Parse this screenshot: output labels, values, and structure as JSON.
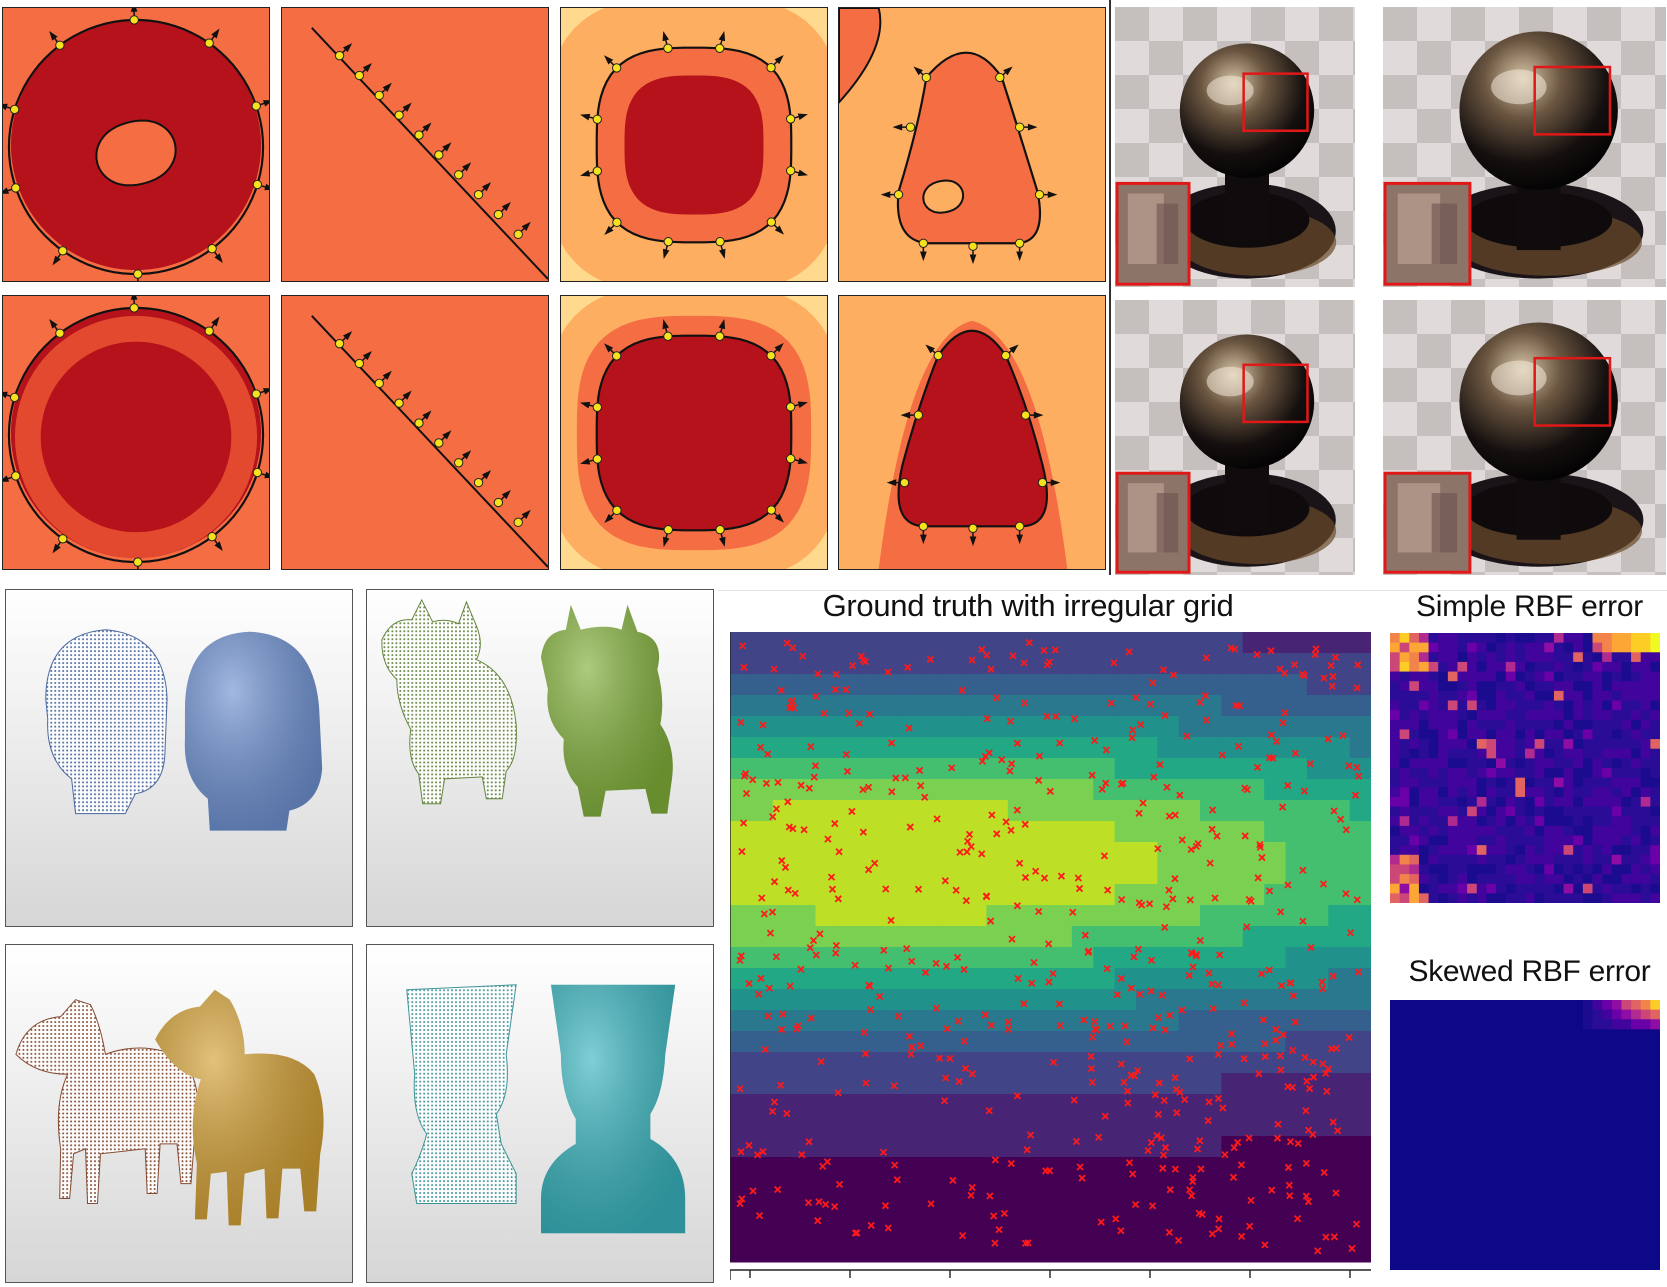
{
  "titles": {
    "ground_truth": "Ground truth with irregular grid",
    "simple_error": "Simple RBF error",
    "skewed_error": "Skewed RBF error"
  },
  "colors": {
    "contour_warm": [
      "#fdf5c4",
      "#fed98e",
      "#fdae61",
      "#f46d43",
      "#e2492f",
      "#b5121b"
    ],
    "contour_cool": [
      "#fff8c8",
      "#e8f5e0",
      "#cfe8ef",
      "#a9d3e7",
      "#7fb4d8",
      "#5a8fc4",
      "#3d65a8"
    ],
    "marker_dot": "#f5e21c",
    "scatter_marker": "#ff1a1a",
    "inset_border": "#e01818"
  },
  "icons": {
    "normal_arrow": "arrow-icon",
    "sample_point": "dot-icon",
    "scatter_cross": "cross-icon"
  },
  "shapes": [
    "head",
    "cow",
    "horse",
    "nefertiti"
  ]
}
